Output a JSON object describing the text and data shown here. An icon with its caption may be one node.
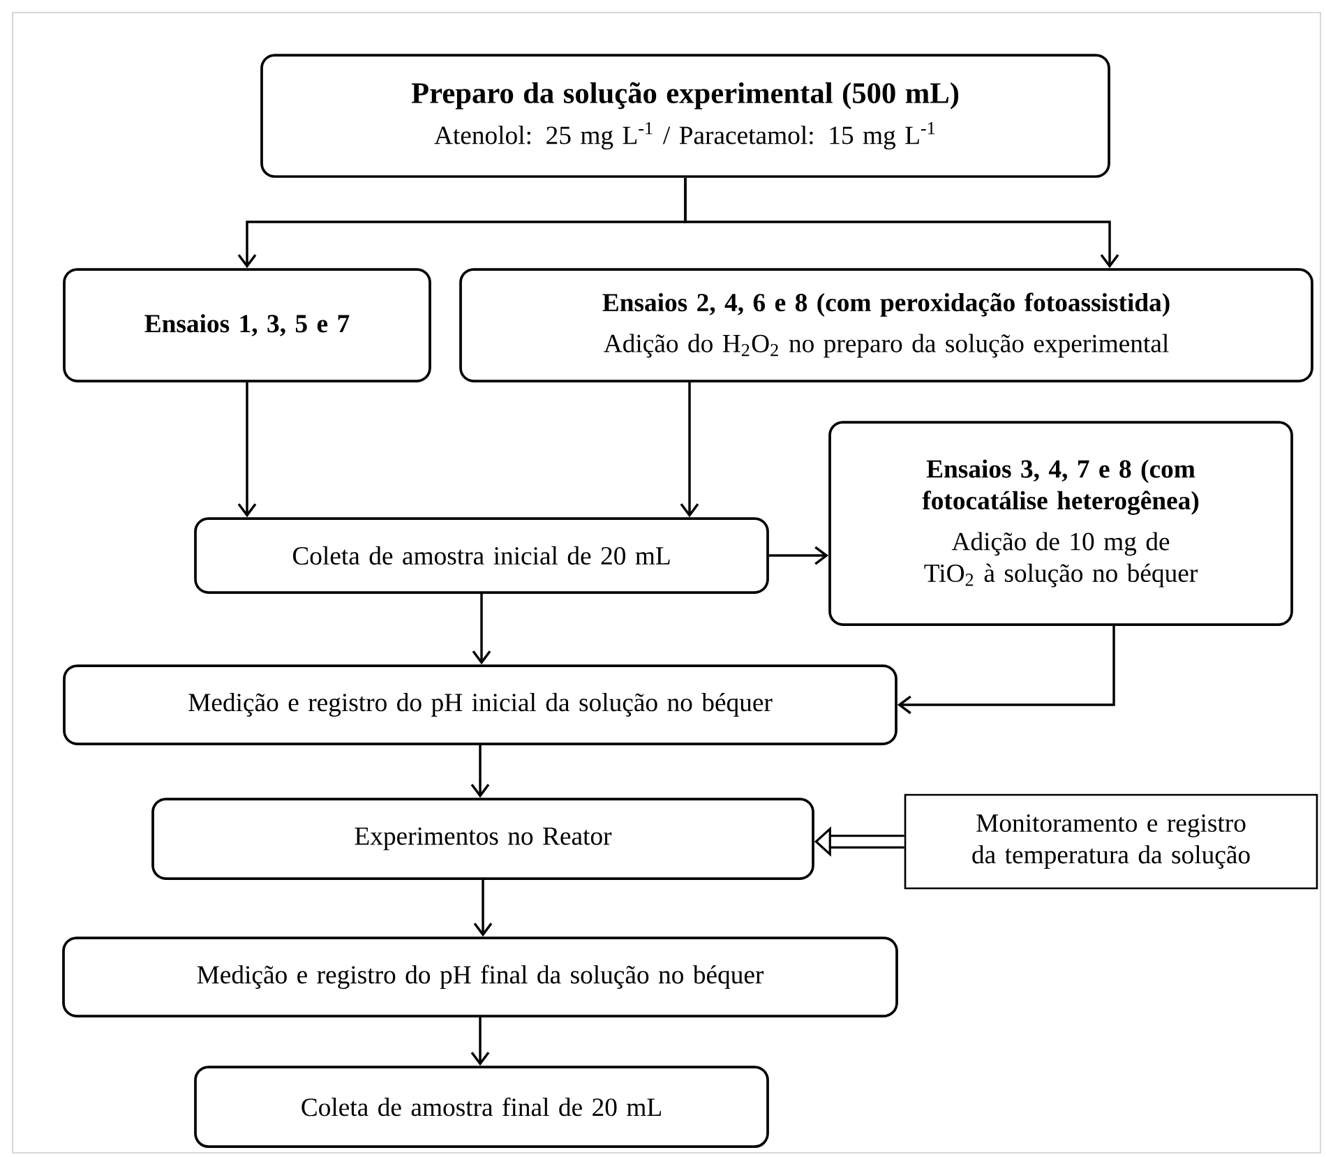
{
  "diagram": {
    "nodes": [
      {
        "text": [
          "Preparo da solução experimental (500 mL)",
          "Atenolol: 25 mg L$^{-1}$ / Paracetamol: 15 mg L$^{-1}$"
        ]
      },
      {
        "text": [
          "Ensaios 1, 3, 5 e 7"
        ]
      },
      {
        "text": [
          "Ensaios 2, 4, 6 e 8 (com peroxidação fotoassistida)",
          "Adição do H$_{2}$O$_{2}$ no preparo da solução experimental"
        ]
      },
      {
        "text": [
          "Ensaios 3, 4, 7 e 8 (com fotocatálise heterogênea)",
          "Adição de 10 mg de TiO$_{2}$ à solução no béquer"
        ]
      },
      {
        "text": [
          "Coleta de amostra inicial de 20 mL"
        ]
      },
      {
        "text": [
          "Medição e registro do pH inicial da solução no béquer"
        ]
      },
      {
        "text": [
          "Experimentos no Reator"
        ]
      },
      {
        "text": [
          "Monitoramento e registro da temperatura da solução"
        ]
      },
      {
        "text": [
          "Medição e registro do pH final da solução no béquer"
        ]
      },
      {
        "text": [
          "Coleta de amostra final de 20 mL"
        ]
      }
    ],
    "edges": [
      {
        "from": 0,
        "to": 1,
        "arrow": "to"
      },
      {
        "from": 0,
        "to": 2,
        "arrow": "to"
      },
      {
        "from": 1,
        "to": 4,
        "arrow": "to"
      },
      {
        "from": 2,
        "to": 4,
        "arrow": "to"
      },
      {
        "from": 4,
        "to": 3,
        "arrow": "to"
      },
      {
        "from": 3,
        "to": 5,
        "arrow": "to"
      },
      {
        "from": 4,
        "to": 5,
        "arrow": "to"
      },
      {
        "from": 5,
        "to": 6,
        "arrow": "to"
      },
      {
        "from": 7,
        "to": 6,
        "arrow": "to",
        "style": "thick"
      },
      {
        "from": 6,
        "to": 8,
        "arrow": "to"
      },
      {
        "from": 8,
        "to": 9,
        "arrow": "to"
      }
    ]
  }
}
